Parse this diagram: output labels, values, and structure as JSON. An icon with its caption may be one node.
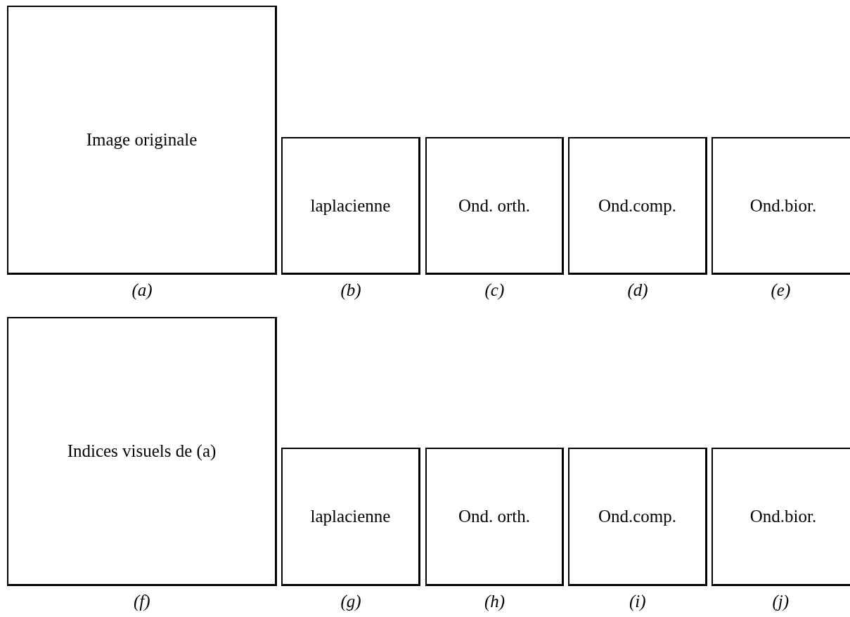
{
  "diagram": {
    "nodes": [
      {
        "text": [
          "Image originale"
        ],
        "beside": [
          "(a)"
        ]
      },
      {
        "text": [
          "laplacienne"
        ],
        "beside": [
          "(b)"
        ]
      },
      {
        "text": [
          "Ond. orth."
        ],
        "beside": [
          "(c)"
        ]
      },
      {
        "text": [
          "Ond.comp."
        ],
        "beside": [
          "(d)"
        ]
      },
      {
        "text": [
          "Ond.bior."
        ],
        "beside": [
          "(e)"
        ]
      },
      {
        "text": [
          "Indices visuels de (a)"
        ],
        "beside": [
          "(f)"
        ]
      },
      {
        "text": [
          "laplacienne"
        ],
        "beside": [
          "(g)"
        ]
      },
      {
        "text": [
          "Ond. orth."
        ],
        "beside": [
          "(h)"
        ]
      },
      {
        "text": [
          "Ond.comp."
        ],
        "beside": [
          "(i)"
        ]
      },
      {
        "text": [
          "Ond.bior."
        ],
        "beside": [
          "(j)"
        ]
      }
    ]
  }
}
